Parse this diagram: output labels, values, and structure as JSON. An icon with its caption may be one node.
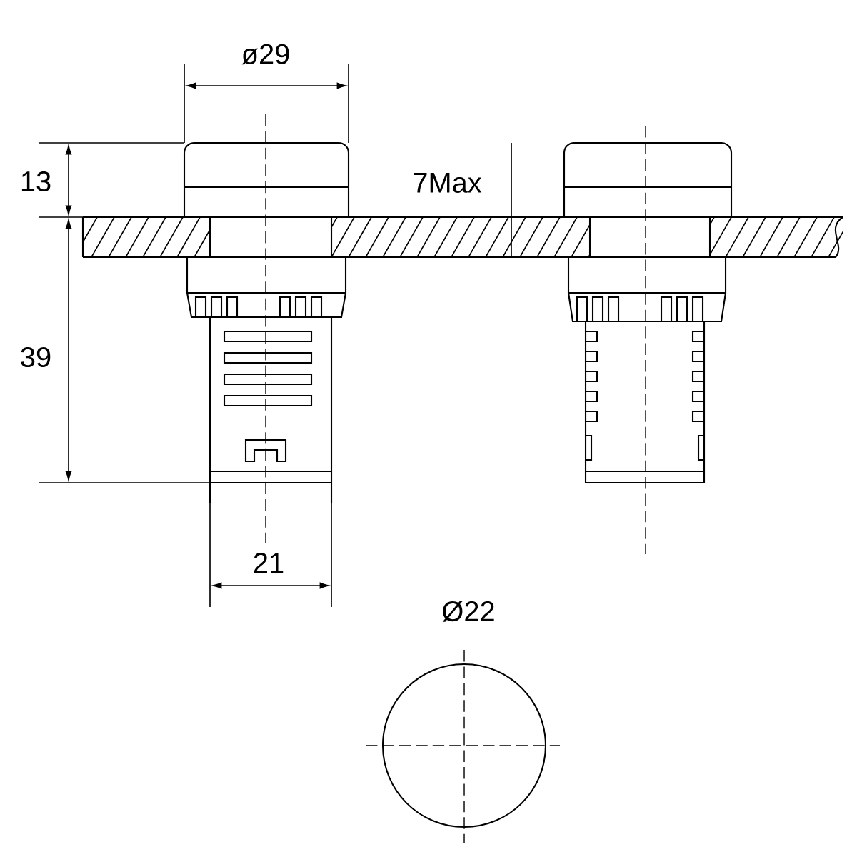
{
  "diagram": {
    "labels": [
      "ø29",
      "13",
      "7Max",
      "39",
      "21",
      "Ø22"
    ]
  }
}
